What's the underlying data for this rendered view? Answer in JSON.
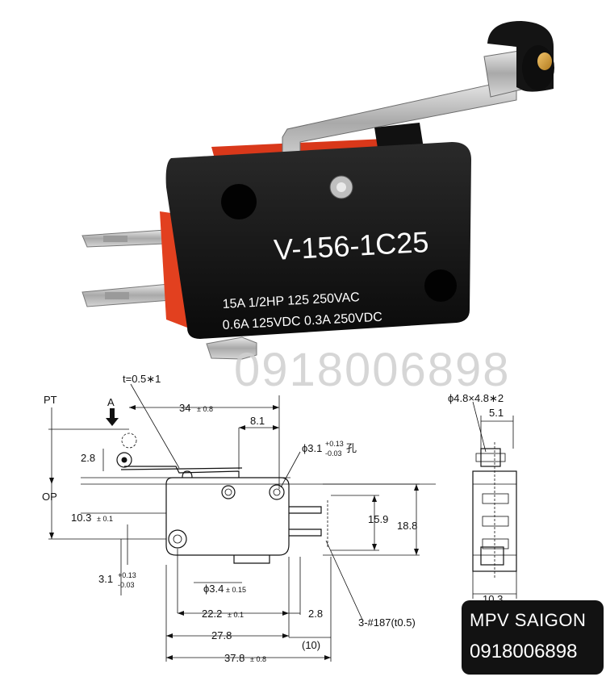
{
  "product": {
    "model": "V-156-1C25",
    "rating_line1": "15A 1/2HP 125 250VAC",
    "rating_line2": "0.6A 125VDC 0.3A 250VDC"
  },
  "watermark": {
    "phone": "0918006898"
  },
  "badge": {
    "name": "MPV SAIGON",
    "phone": "0918006898"
  },
  "drawing": {
    "labels": {
      "thickness": "t=0.5∗1",
      "pt": "PT",
      "a": "A",
      "op": "OP",
      "hole": "ϕ3.1",
      "hole_tol_plus": "+0.13",
      "hole_tol_minus": "-0.03",
      "hole_suffix": "孔",
      "terminals": "3-#187(t0.5)",
      "roller": "ϕ4.8×4.8∗2",
      "pin_hole": "ϕ3.4",
      "pin_hole_tol": "± 0.15"
    },
    "dims": {
      "d34": "34",
      "d34_tol": "± 0.8",
      "d8_1": "8.1",
      "d2_8_top": "2.8",
      "d10_3": "10.3",
      "d10_3_tol": "± 0.1",
      "d3_1": "3.1",
      "d3_1_tol_plus": "+0.13",
      "d3_1_tol_minus": "-0.03",
      "d15_9": "15.9",
      "d18_8": "18.8",
      "d22_2": "22.2",
      "d22_2_tol": "± 0.1",
      "d2_8_bottom": "2.8",
      "d27_8": "27.8",
      "d10": "(10)",
      "d37_8": "37.8",
      "d37_8_tol": "± 0.8",
      "d5_1": "5.1",
      "d10_3_side": "10.3"
    }
  }
}
